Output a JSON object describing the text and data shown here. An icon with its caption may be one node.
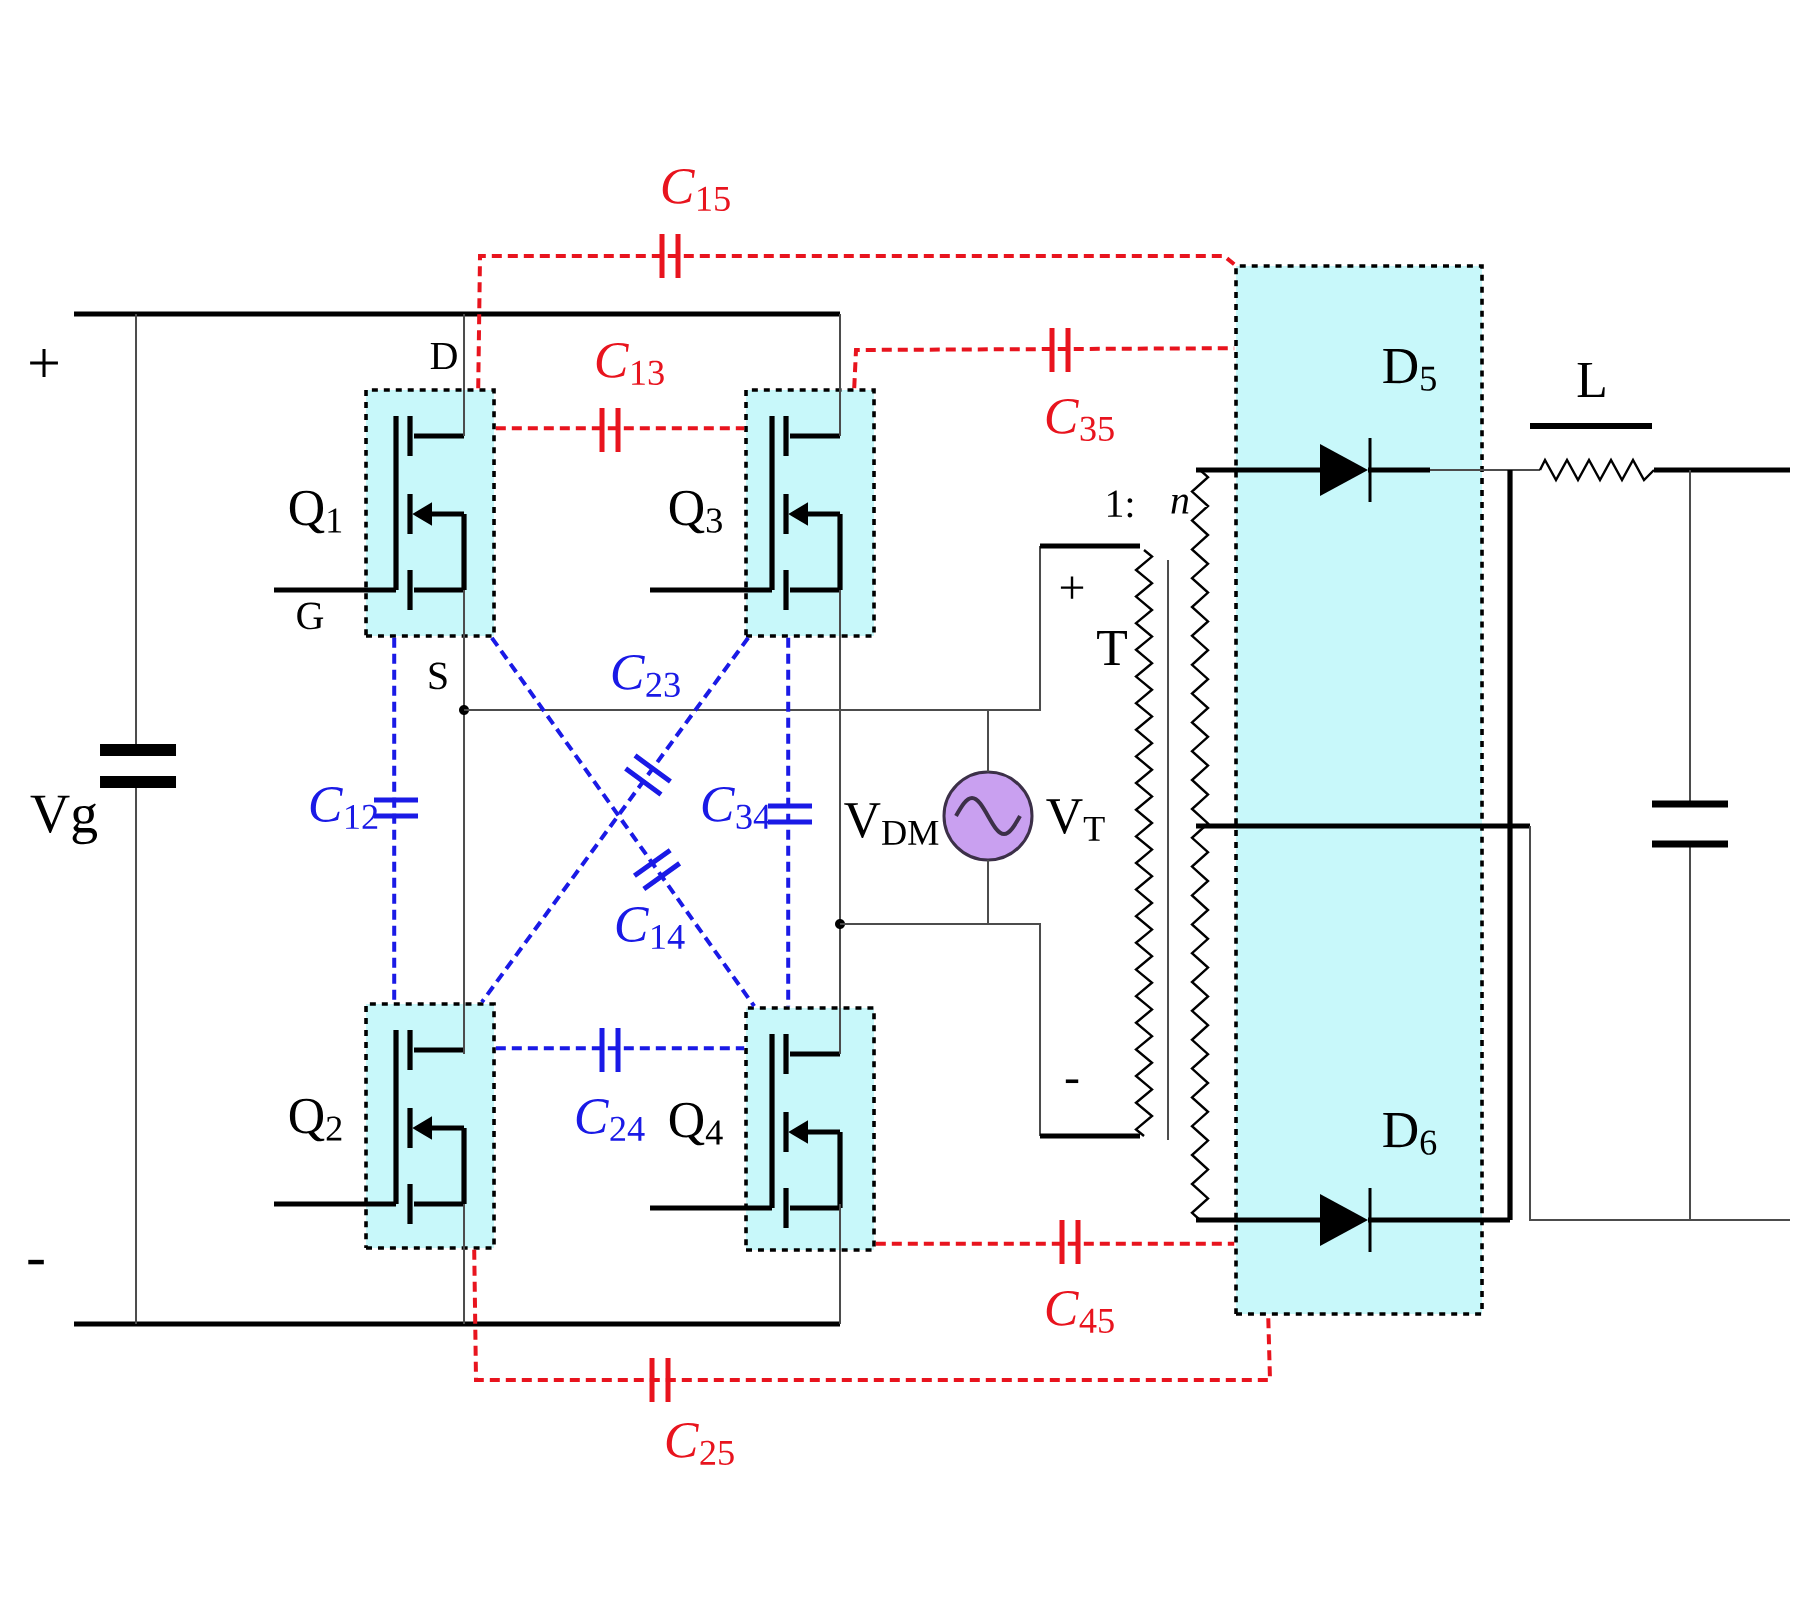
{
  "diagram": {
    "nodes": [
      {
        "text": [
          "Q$_{1}$"
        ]
      },
      {
        "text": [
          "Q$_{3}$"
        ]
      },
      {
        "text": [
          "D$_{5}$",
          "D$_{6}$"
        ]
      },
      {
        "text": [
          "V$_{DM}$",
          "V$_{T}$"
        ]
      },
      {
        "text": [
          "Q$_{2}$"
        ]
      },
      {
        "text": [
          "Q$_{4}$"
        ]
      }
    ],
    "edges": [
      {
        "from": 0,
        "to": 2,
        "arrow": "none",
        "label": "*C*$_{15}$",
        "style": "dashed",
        "color": "#e8141e"
      },
      {
        "from": 0,
        "to": 1,
        "arrow": "none",
        "label": "*C*$_{13}$",
        "style": "dashed",
        "color": "#e8141e"
      },
      {
        "from": 1,
        "to": 2,
        "arrow": "none",
        "label": "*C*$_{35}$",
        "style": "dashed",
        "color": "#e8141e"
      },
      {
        "from": 1,
        "to": 4,
        "arrow": "none",
        "label": "*C*$_{23}$",
        "style": "dashed",
        "color": "#1a1ae6"
      },
      {
        "from": 0,
        "to": 4,
        "arrow": "none",
        "label": "*C*$_{12}$",
        "style": "dashed",
        "color": "#1a1ae6"
      },
      {
        "from": 1,
        "to": 5,
        "arrow": "none",
        "label": "*C*$_{34}$",
        "style": "dashed",
        "color": "#1a1ae6"
      },
      {
        "from": 0,
        "to": 5,
        "arrow": "none",
        "label": "*C*$_{14}$",
        "style": "dashed",
        "color": "#1a1ae6"
      },
      {
        "from": 4,
        "to": 5,
        "arrow": "none",
        "label": "*C*$_{24}$",
        "style": "dashed",
        "color": "#1a1ae6"
      },
      {
        "from": 5,
        "to": 2,
        "arrow": "none",
        "label": "*C*$_{45}$",
        "style": "dashed",
        "color": "#e8141e"
      },
      {
        "from": 4,
        "to": 2,
        "arrow": "none",
        "label": "*C*$_{25}$",
        "style": "dashed",
        "color": "#e8141e"
      }
    ],
    "labels": [
      "+",
      "-",
      "Vg",
      "D",
      "G",
      "S",
      "1:",
      "n",
      "+",
      "T",
      "-",
      "L"
    ]
  }
}
